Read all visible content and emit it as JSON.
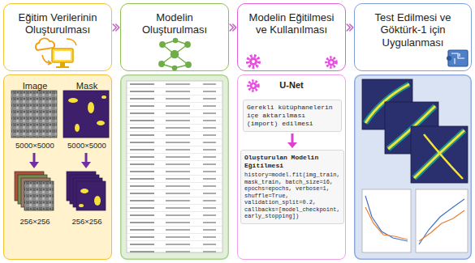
{
  "diagram": {
    "nodes": [
      {
        "text": [
          "Eğitim Verilerinin Oluşturulması"
        ]
      },
      {
        "text": [
          "Modelin Oluşturulması"
        ]
      },
      {
        "text": [
          "Modelin Eğitilmesi ve Kullanılması"
        ]
      },
      {
        "text": [
          "Test Edilmesi ve Göktürk-1 için Uygulanması"
        ]
      },
      {
        "text": [
          "Image",
          "Mask",
          "5000×5000",
          "5000×5000",
          "256×256",
          "256×256"
        ]
      },
      {
        "text": [
          "U-Net"
        ]
      },
      {
        "text": [
          "Gerekli kütüphanelerin içe aktarılması (import) edilmesi"
        ],
        "in": 5
      },
      {
        "text": [
          "Oluşturulan Modelin Eğitilmesi",
          "history=model.fit(img_train, mask_train, batch_size=16, epochs=epochs, verbose=1, shuffle=True, validation_split=0.2, callbacks=[model_checkpoint, early_stopping])"
        ],
        "in": 5
      }
    ],
    "edges": [
      {
        "from": 0,
        "to": 1,
        "arrow": "to"
      },
      {
        "from": 1,
        "to": 2,
        "arrow": "to"
      },
      {
        "from": 2,
        "to": 3,
        "arrow": "to"
      },
      {
        "from": 6,
        "to": 7,
        "arrow": "to"
      }
    ]
  }
}
